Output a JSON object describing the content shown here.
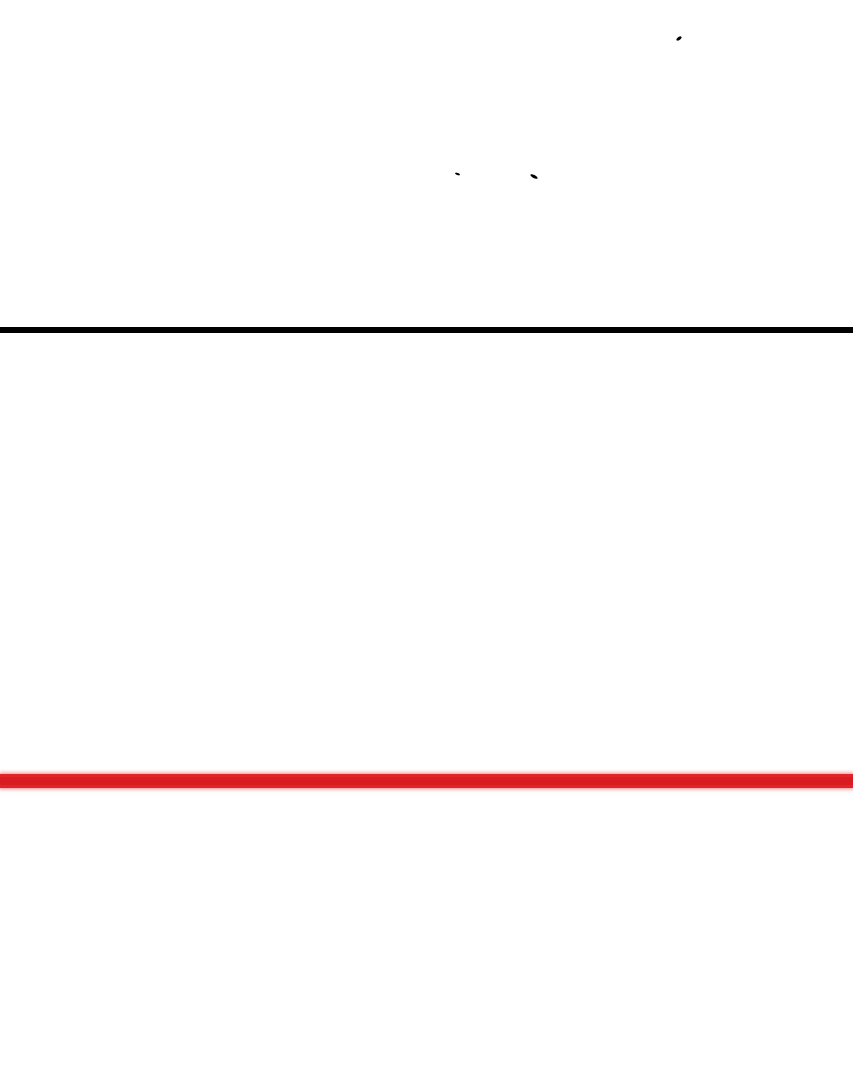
{
  "colors": {
    "background": "#ffffff",
    "ink": "#000000",
    "red_line": "#e3232a",
    "red_line_core": "#d81c22"
  },
  "elements": {
    "specks": [
      "ink-speck",
      "ink-speck",
      "ink-speck"
    ],
    "rules": [
      "black-horizontal-rule",
      "red-horizontal-rule"
    ]
  }
}
